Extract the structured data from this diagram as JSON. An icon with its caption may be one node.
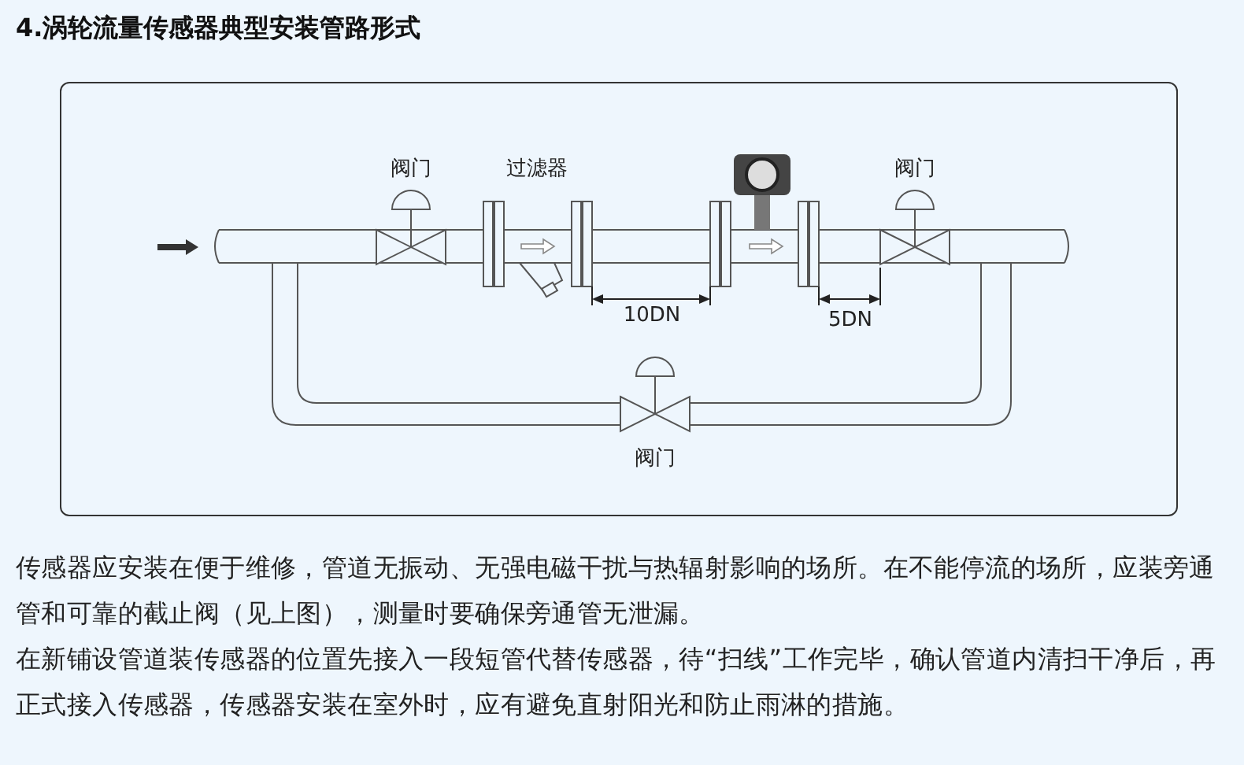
{
  "diagram": {
    "title": "4.涡轮流量传感器典型安装管路形式",
    "labels": [
      "阀门",
      "过滤器",
      "阀门",
      "10DN",
      "5DN",
      "阀门",
      "传感器应安装在便于维修，管道无振动、无强电磁干扰与热辐射影响的场所。在不能停流的场所，应装旁通管和可靠的截止阀（见上图），测量时要确保旁通管无泄漏。",
      "在新铺设管道装传感器的位置先接入一段短管代替传感器，待“扫线”工作完毕，确认管道内清扫干净后，再正式接入传感器，传感器安装在室外时，应有避免直射阳光和防止雨淋的措施。"
    ]
  }
}
